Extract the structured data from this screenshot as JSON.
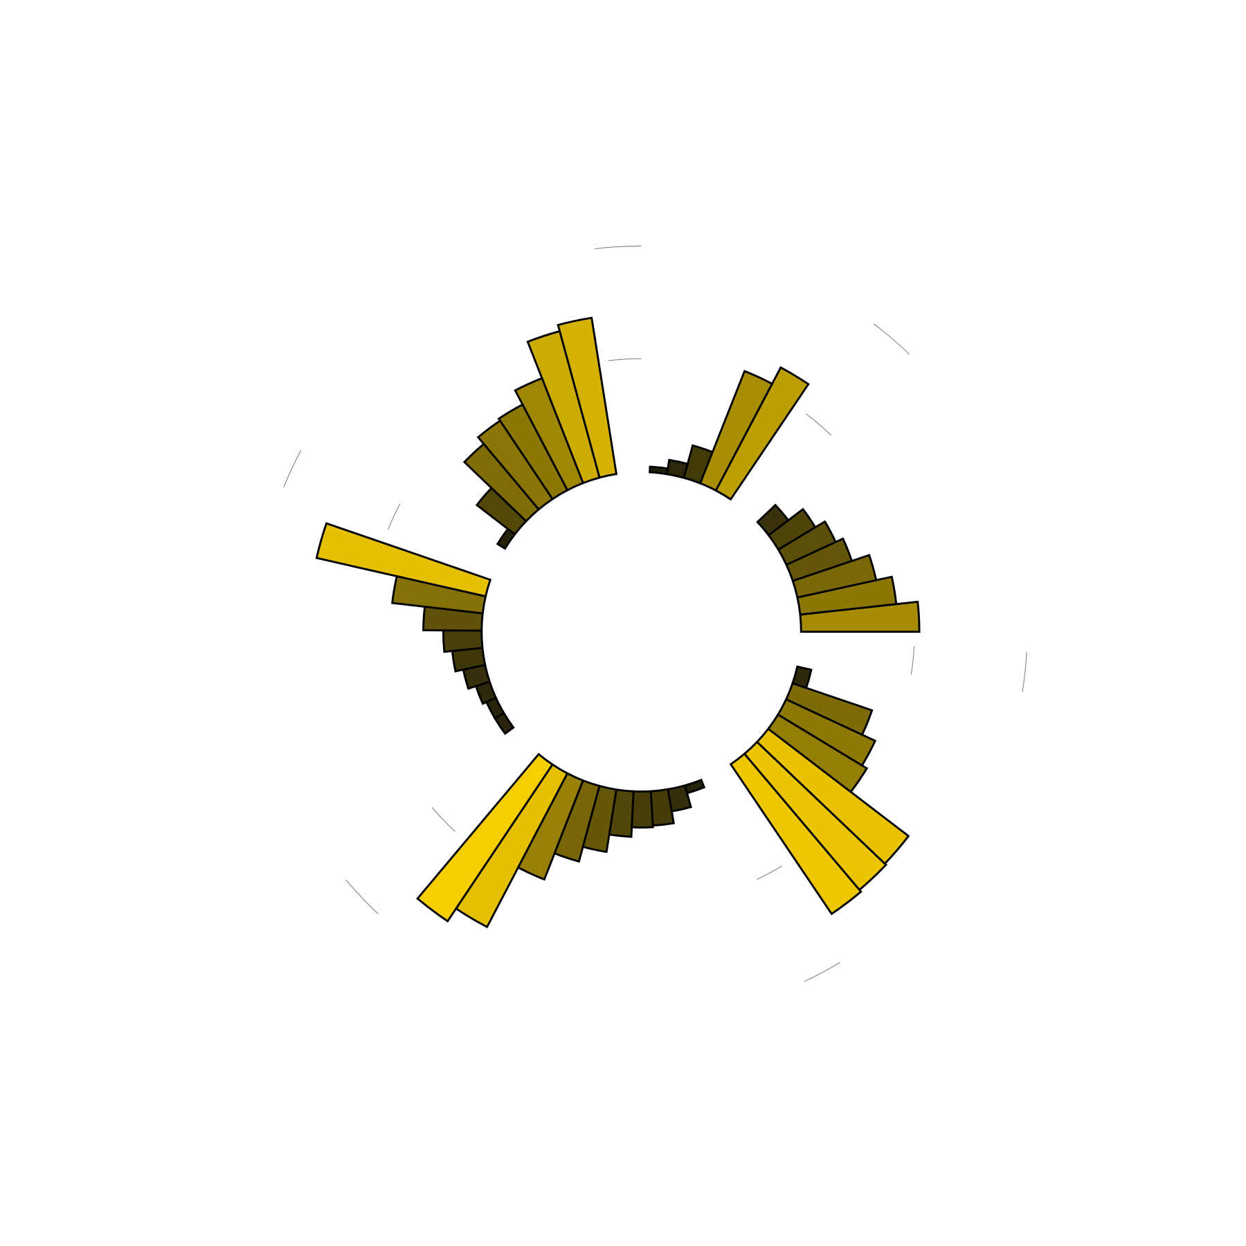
{
  "chart_data": {
    "type": "bar",
    "layout": "circular",
    "title": "",
    "xlabel": "",
    "ylabel": "",
    "grid": true,
    "legend": "none",
    "colormap": {
      "low": "#1c1a0c",
      "high": "#f7cf00"
    },
    "bar_edge_color": "#000000",
    "grid_color": "#888888",
    "groups": [
      {
        "values": [
          148,
          121,
          101,
          78,
          68,
          54,
          31
        ]
      },
      {
        "values": [
          174,
          151,
          42,
          18,
          7
        ]
      },
      {
        "values": [
          198,
          190,
          141,
          121,
          118,
          107,
          60,
          11
        ]
      },
      {
        "values": [
          217,
          114,
          73,
          48,
          38,
          28,
          18,
          13,
          13
        ]
      },
      {
        "values": [
          236,
          217,
          133,
          98,
          79,
          57,
          45,
          43,
          28,
          10
        ]
      },
      {
        "values": [
          226,
          223,
          221,
          130,
          123,
          105,
          18
        ]
      }
    ]
  }
}
